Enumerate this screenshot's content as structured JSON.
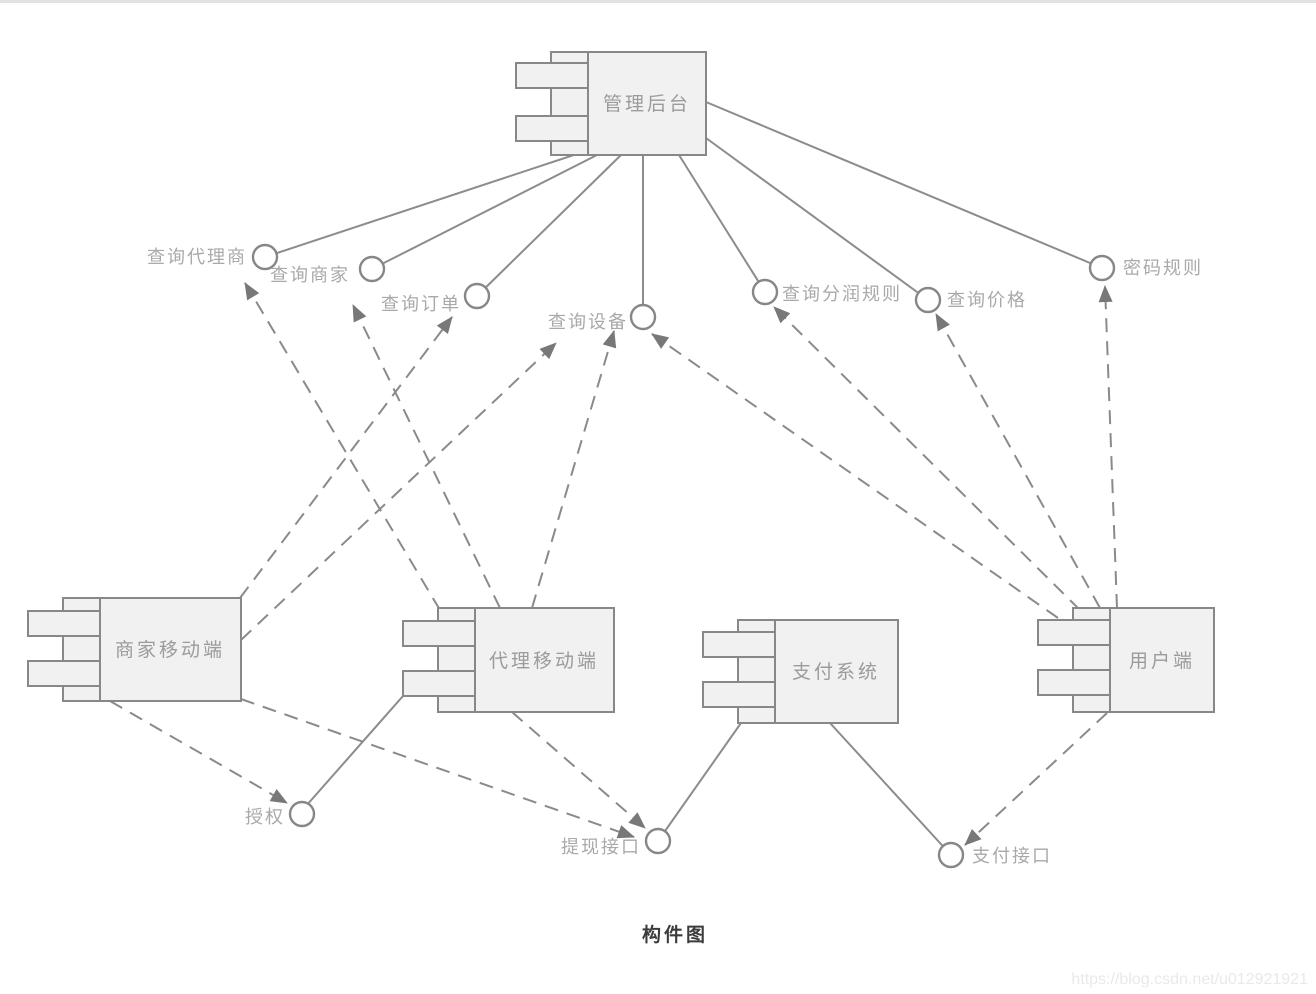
{
  "diagram": {
    "type": "uml-component-diagram",
    "title": "构件图",
    "watermark": "https://blog.csdn.net/u012921921",
    "components": {
      "admin": {
        "label": "管理后台"
      },
      "merchant_mobile": {
        "label": "商家移动端"
      },
      "agent_mobile": {
        "label": "代理移动端"
      },
      "payment_system": {
        "label": "支付系统"
      },
      "user_client": {
        "label": "用户端"
      }
    },
    "interfaces": {
      "query_agent": {
        "label": "查询代理商"
      },
      "query_merchant": {
        "label": "查询商家"
      },
      "query_order": {
        "label": "查询订单"
      },
      "query_device": {
        "label": "查询设备"
      },
      "query_profit_rules": {
        "label": "查询分润规则"
      },
      "query_price": {
        "label": "查询价格"
      },
      "password_rules": {
        "label": "密码规则"
      },
      "authorization": {
        "label": "授权"
      },
      "withdraw_api": {
        "label": "提现接口"
      },
      "payment_api": {
        "label": "支付接口"
      }
    },
    "provides": [
      {
        "component": "管理后台",
        "interface": "查询代理商"
      },
      {
        "component": "管理后台",
        "interface": "查询商家"
      },
      {
        "component": "管理后台",
        "interface": "查询订单"
      },
      {
        "component": "管理后台",
        "interface": "查询设备"
      },
      {
        "component": "管理后台",
        "interface": "查询分润规则"
      },
      {
        "component": "管理后台",
        "interface": "查询价格"
      },
      {
        "component": "管理后台",
        "interface": "密码规则"
      },
      {
        "component": "代理移动端",
        "interface": "授权"
      },
      {
        "component": "支付系统",
        "interface": "提现接口"
      },
      {
        "component": "支付系统",
        "interface": "支付接口"
      }
    ],
    "depends": [
      {
        "component": "代理移动端",
        "interface": "查询代理商"
      },
      {
        "component": "代理移动端",
        "interface": "查询商家"
      },
      {
        "component": "代理移动端",
        "interface": "查询设备"
      },
      {
        "component": "代理移动端",
        "interface": "提现接口"
      },
      {
        "component": "商家移动端",
        "interface": "查询订单"
      },
      {
        "component": "商家移动端",
        "interface": "查询设备"
      },
      {
        "component": "商家移动端",
        "interface": "授权"
      },
      {
        "component": "商家移动端",
        "interface": "提现接口"
      },
      {
        "component": "用户端",
        "interface": "查询设备"
      },
      {
        "component": "用户端",
        "interface": "查询分润规则"
      },
      {
        "component": "用户端",
        "interface": "查询价格"
      },
      {
        "component": "用户端",
        "interface": "密码规则"
      },
      {
        "component": "用户端",
        "interface": "支付接口"
      }
    ],
    "colors": {
      "background": "#ffffff",
      "line": "#8c8c8c",
      "component_fill": "#f1f1f1",
      "component_stroke": "#888888",
      "component_label": "#9b9b9b",
      "interface_label": "#a9a9a9",
      "arrowhead": "#787878",
      "title": "#3c3c3c",
      "watermark": "#e9e9e9"
    }
  }
}
